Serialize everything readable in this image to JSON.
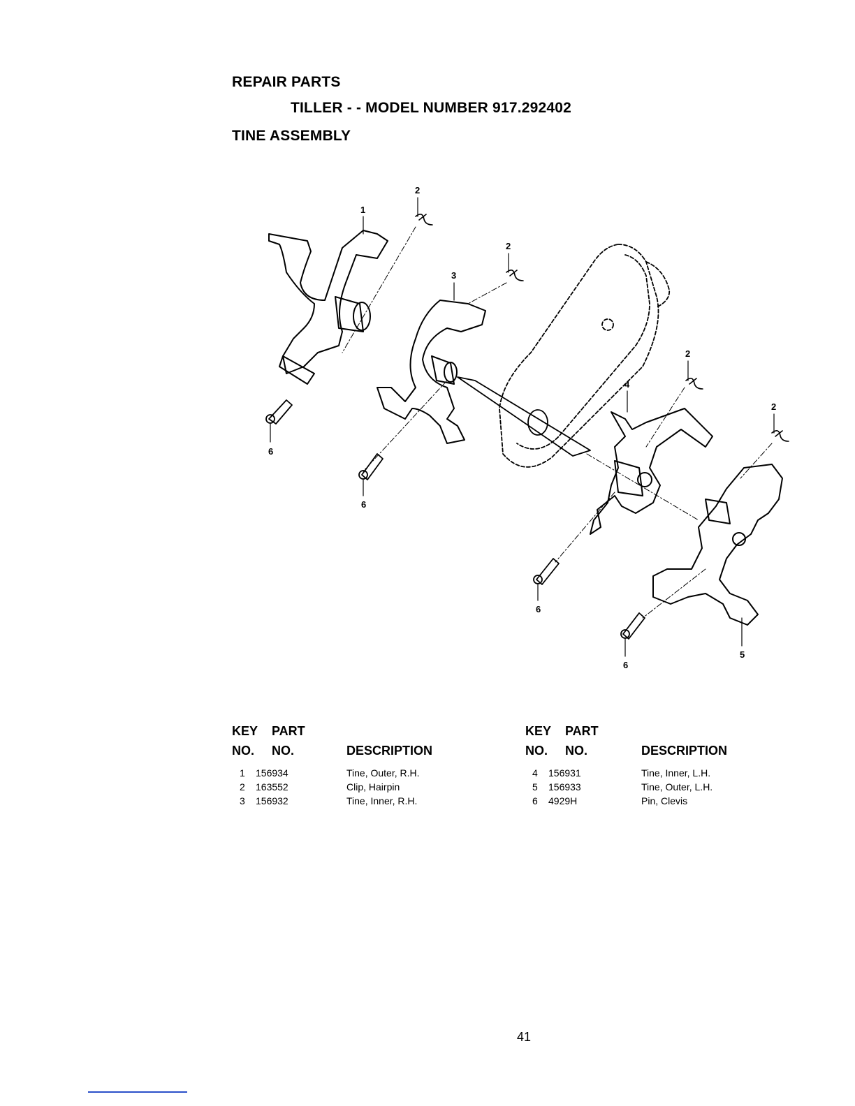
{
  "header": {
    "section": "REPAIR PARTS",
    "model": "TILLER - - MODEL NUMBER 917.292402",
    "assembly": "TINE ASSEMBLY"
  },
  "diagram": {
    "callouts": {
      "c1": "1",
      "c2a": "2",
      "c2b": "2",
      "c2c": "2",
      "c2d": "2",
      "c3": "3",
      "c4": "4",
      "c5": "5",
      "c6a": "6",
      "c6b": "6",
      "c6c": "6",
      "c6d": "6"
    }
  },
  "parts_table": {
    "headers": {
      "key_line1": "KEY",
      "key_line2": "NO.",
      "part_line1": "PART",
      "part_line2": "NO.",
      "description": "DESCRIPTION"
    },
    "left": [
      {
        "key": "1",
        "part": "156934",
        "description": "Tine, Outer, R.H."
      },
      {
        "key": "2",
        "part": "163552",
        "description": "Clip, Hairpin"
      },
      {
        "key": "3",
        "part": "156932",
        "description": "Tine, Inner, R.H."
      }
    ],
    "right": [
      {
        "key": "4",
        "part": "156931",
        "description": "Tine, Inner,  L.H."
      },
      {
        "key": "5",
        "part": "156933",
        "description": "Tine, Outer, L.H."
      },
      {
        "key": "6",
        "part": "4929H",
        "description": "Pin, Clevis"
      }
    ]
  },
  "page_number": "41",
  "colors": {
    "ink": "#000000",
    "rule": "#2a4fc9"
  }
}
